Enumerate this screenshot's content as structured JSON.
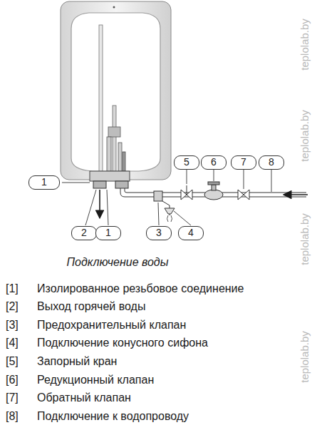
{
  "diagram": {
    "caption": "Подключение воды",
    "nodes": [
      {
        "text": [
          "1"
        ]
      },
      {
        "text": [
          "5"
        ]
      },
      {
        "text": [
          "6"
        ]
      },
      {
        "text": [
          "7"
        ]
      },
      {
        "text": [
          "8"
        ]
      },
      {
        "text": [
          "2"
        ]
      },
      {
        "text": [
          "1"
        ]
      },
      {
        "text": [
          "3"
        ]
      },
      {
        "text": [
          "4"
        ]
      }
    ],
    "labels": [
      "[1]",
      "Изолированное резьбовое соединение",
      "[2]",
      "Выход горячей воды",
      "[3]",
      "Предохранительный клапан",
      "[4]",
      "Подключение конусного сифона",
      "[5]",
      "Запорный кран",
      "[6]",
      "Редукционный клапан",
      "[7]",
      "Обратный клапан",
      "[8]",
      "Подключение к водопроводу",
      "teplolab.by",
      "teplolab.by",
      "teplolab.by",
      "teplolab.by"
    ]
  }
}
